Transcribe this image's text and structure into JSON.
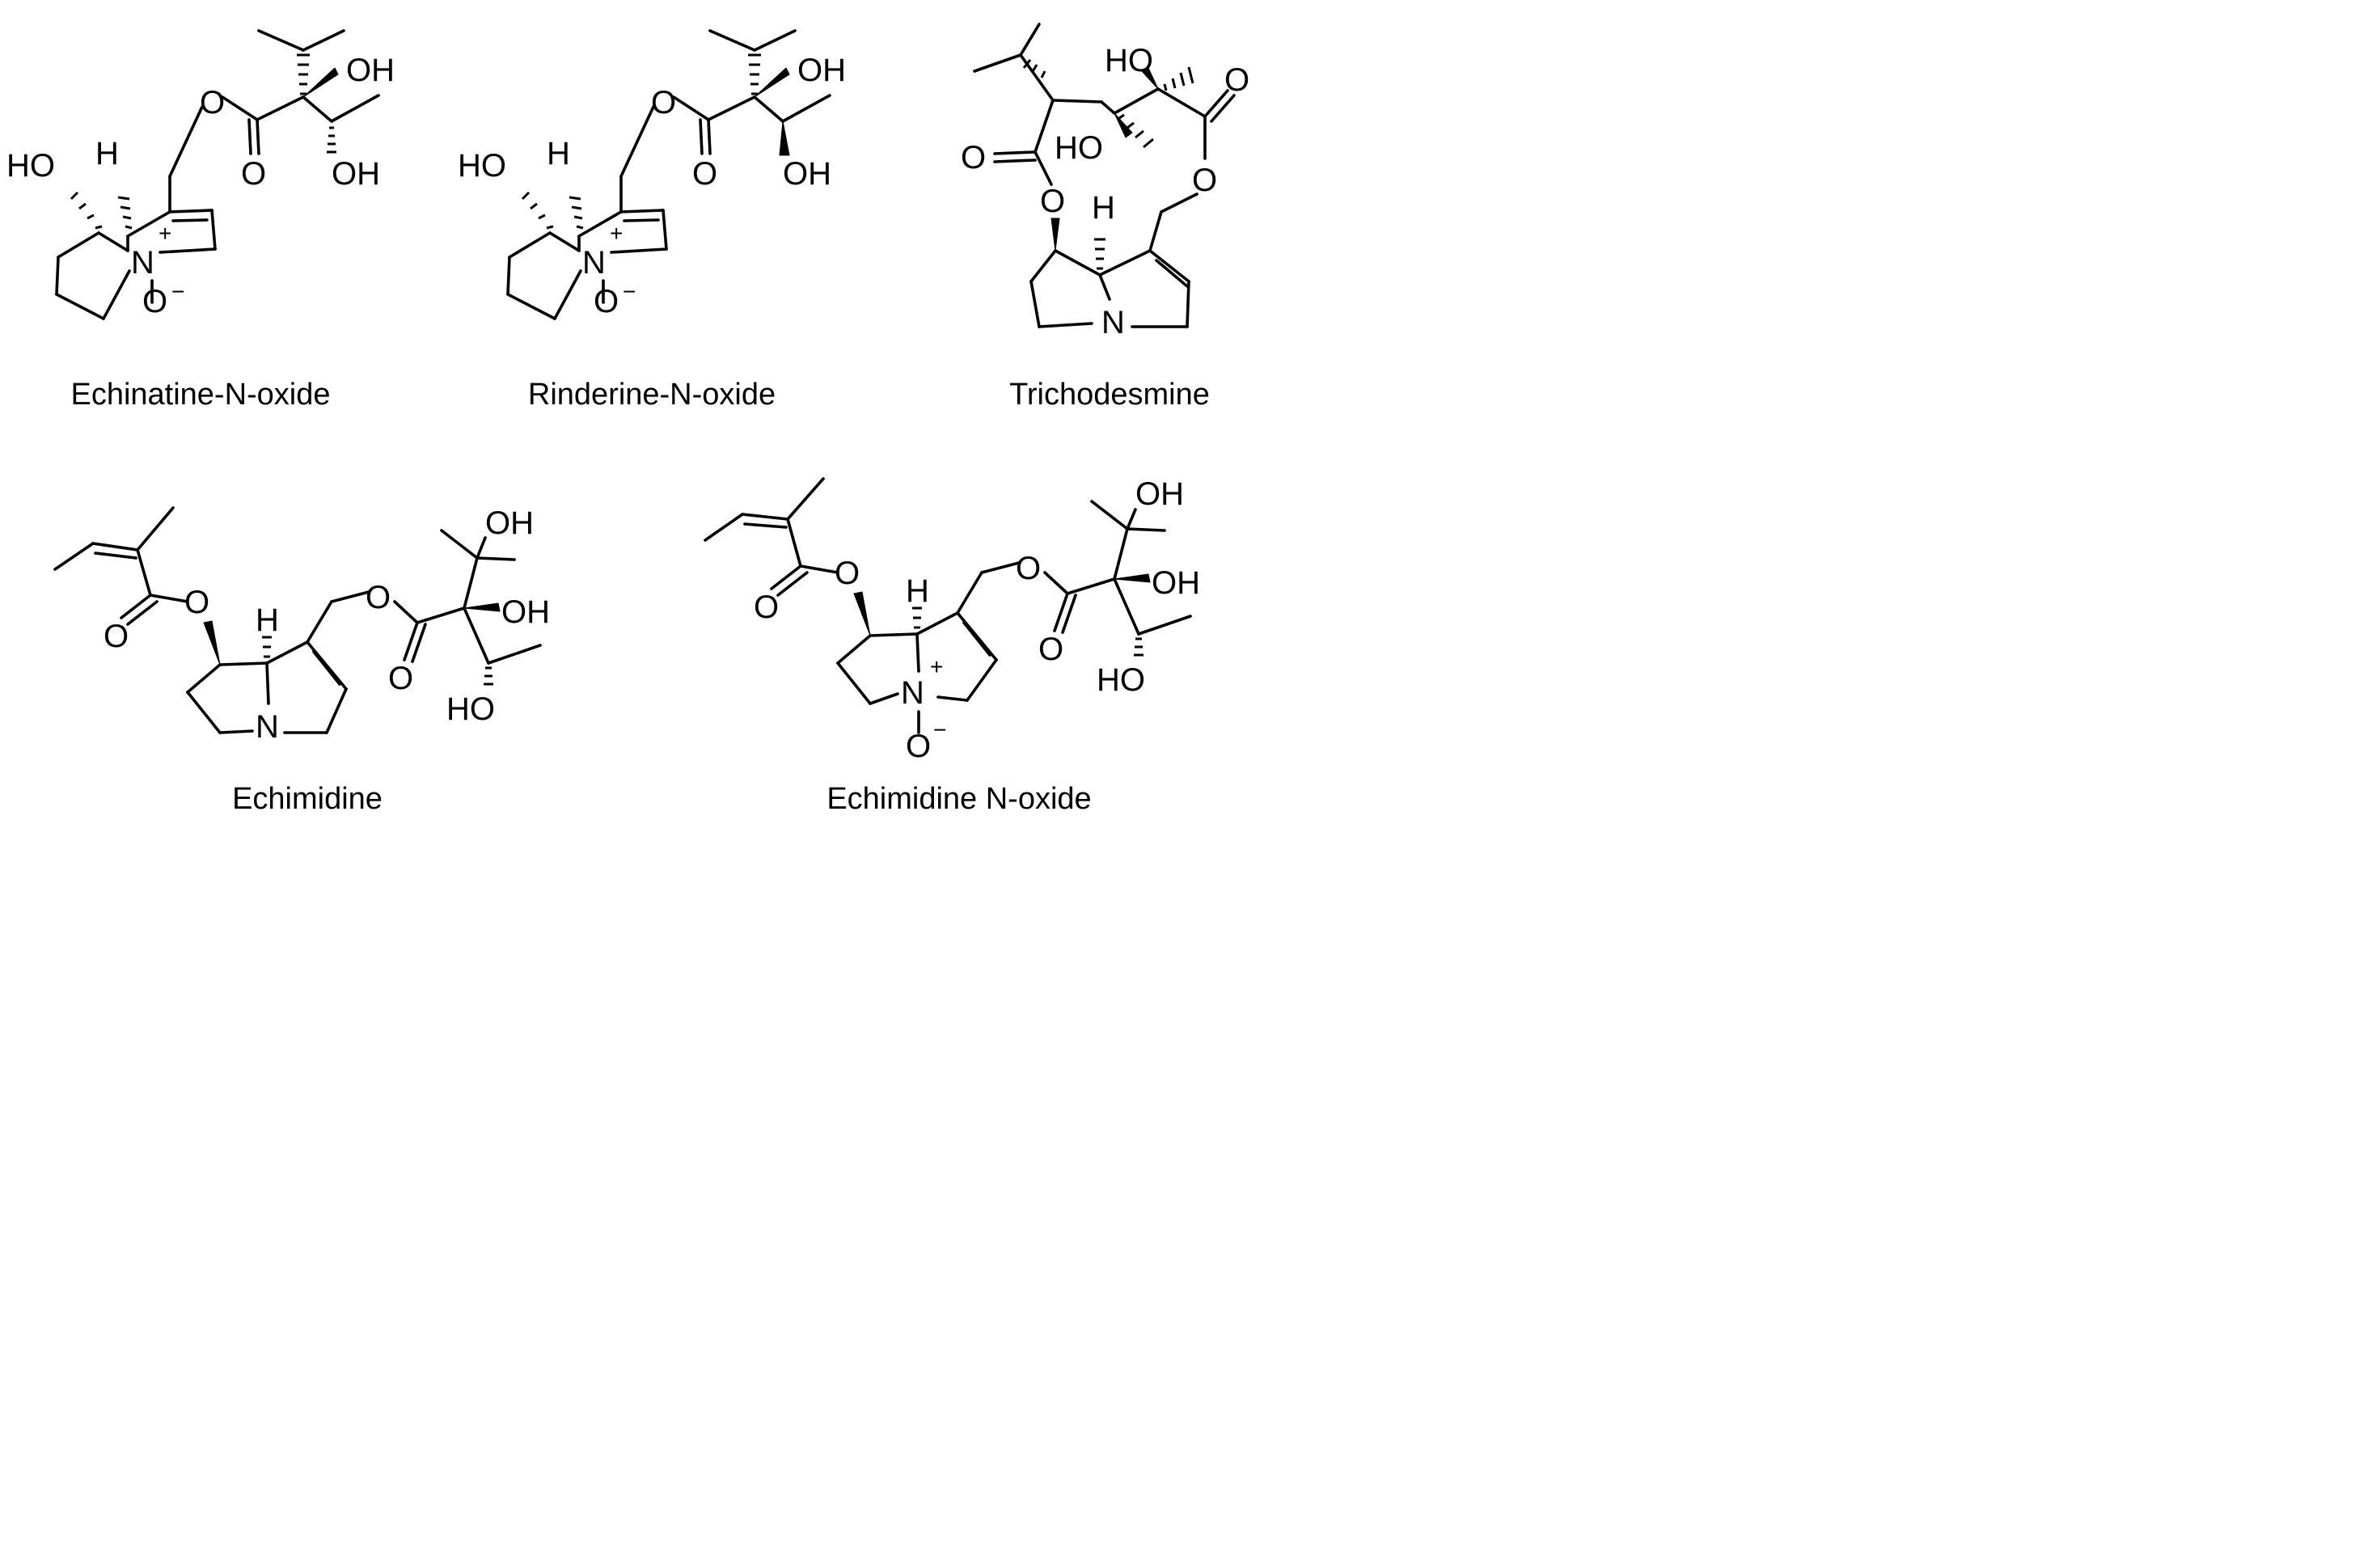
{
  "compounds": [
    {
      "name": "Echinatine-N-oxide",
      "atoms": {
        "OH_top": "OH",
        "O_ester": "O",
        "O_carbonyl": "O",
        "OH_lower": "OH",
        "HO_ring": "HO",
        "H": "H",
        "N": "N",
        "N_charge": "+",
        "O_ox": "O",
        "O_charge": "−"
      }
    },
    {
      "name": "Rinderine-N-oxide",
      "atoms": {
        "OH_top": "OH",
        "O_ester": "O",
        "O_carbonyl": "O",
        "OH_lower": "OH",
        "HO_ring": "HO",
        "H": "H",
        "N": "N",
        "N_charge": "+",
        "O_ox": "O",
        "O_charge": "−"
      }
    },
    {
      "name": "Trichodesmine",
      "atoms": {
        "HO_top": "HO",
        "O_carbonyl_r": "O",
        "HO_mid": "HO",
        "O_carbonyl_l": "O",
        "O_ester_l": "O",
        "O_ester_r": "O",
        "H": "H",
        "N": "N"
      }
    },
    {
      "name": "Echimidine",
      "atoms": {
        "O_carbonyl_a": "O",
        "O_ester_a": "O",
        "H": "H",
        "O_ester_b": "O",
        "OH_top": "OH",
        "OH_mid": "OH",
        "O_carbonyl_b": "O",
        "HO_low": "HO",
        "N": "N"
      }
    },
    {
      "name": "Echimidine N-oxide",
      "atoms": {
        "O_carbonyl_a": "O",
        "O_ester_a": "O",
        "H": "H",
        "O_ester_b": "O",
        "OH_top": "OH",
        "OH_mid": "OH",
        "O_carbonyl_b": "O",
        "HO_low": "HO",
        "N": "N",
        "N_charge": "+",
        "O_ox": "O",
        "O_charge": "−"
      }
    }
  ]
}
